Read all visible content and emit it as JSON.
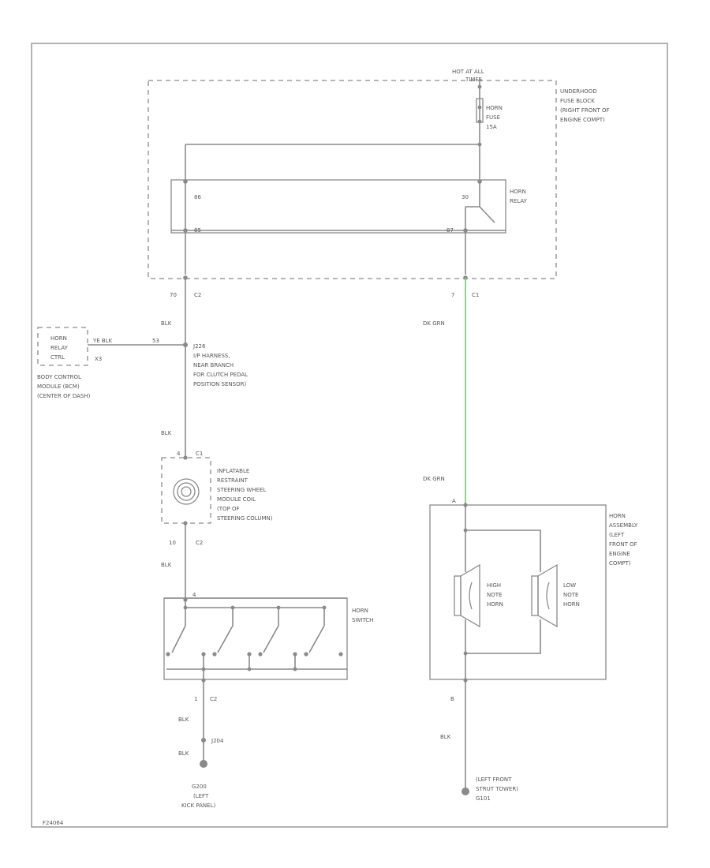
{
  "fuse_block": {
    "hot_at_all": "HOT AT ALL",
    "times": "TIMES",
    "name": [
      "UNDERHOOD",
      "FUSE BLOCK",
      "(RIGHT FRONT OF",
      "ENGINE COMPT)"
    ],
    "fuse": [
      "HORN",
      "FUSE",
      "15A"
    ],
    "relay": [
      "HORN",
      "RELAY"
    ],
    "pin_left_top": "86",
    "pin_left_bottom": "85",
    "pin_right_top": "30",
    "pin_right_bottom": "87",
    "conn_left": [
      "70",
      "C2"
    ],
    "conn_right": [
      "7",
      "C1"
    ]
  },
  "bcm": {
    "box": [
      "HORN",
      "RELAY",
      "CTRL"
    ],
    "wire": "YE BLK",
    "pin": "53",
    "conn": "X3",
    "name": [
      "BODY CONTROL",
      "MODULE (BCM)",
      "(CENTER OF DASH)"
    ]
  },
  "splice": {
    "name": [
      "J226",
      "I/P HARNESS,",
      "NEAR BRANCH",
      "FOR CLUTCH PEDAL",
      "POSITION SENSOR)"
    ]
  },
  "coil": {
    "pin_top": [
      "4",
      "C1"
    ],
    "name": [
      "INFLATABLE",
      "RESTRAINT",
      "STEERING WHEEL",
      "MODULE COIL",
      "(TOP OF",
      "STEERING COLUMN)"
    ],
    "pin_bottom": [
      "10",
      "C2"
    ]
  },
  "wires": {
    "blk1": "BLK",
    "blk2": "BLK",
    "blk3": "BLK",
    "blk4": "BLK",
    "blk5": "BLK",
    "blk6": "BLK",
    "dkgrn1": "DK GRN",
    "dkgrn2": "DK GRN"
  },
  "horn_switch": {
    "name": [
      "HORN",
      "SWITCH"
    ],
    "pin_top": "4",
    "pin_bottom": [
      "1",
      "C2"
    ]
  },
  "ground_left": {
    "splice": "J204",
    "name": [
      "G200",
      "(LEFT",
      "KICK PANEL)"
    ]
  },
  "horn_assembly": {
    "pin_top": "A",
    "name": [
      "HORN",
      "ASSEMBLY",
      "(LEFT",
      "FRONT OF",
      "ENGINE",
      "COMPT)"
    ],
    "high": [
      "HIGH",
      "NOTE",
      "HORN"
    ],
    "low": [
      "LOW",
      "NOTE",
      "HORN"
    ],
    "pin_bottom": "B"
  },
  "ground_right": {
    "name": [
      "(LEFT FRONT",
      "STRUT TOWER)",
      "G101"
    ]
  },
  "footer_code": "F24064",
  "colors": {
    "wire": "#8a8a8a",
    "dk_green": "#5fe85f"
  }
}
